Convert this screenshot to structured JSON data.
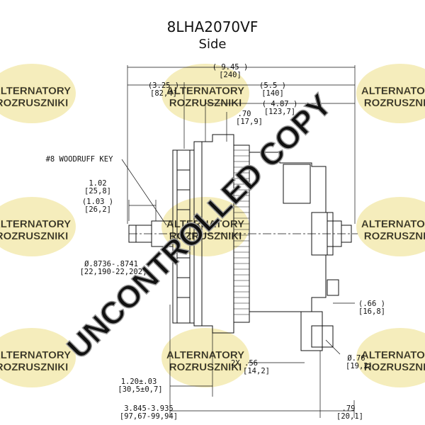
{
  "header": {
    "title": "8LHA2070VF",
    "subtitle": "Side"
  },
  "watermark": {
    "text": "UNCONTROLLED COPY",
    "logo_line1": "ALTERNATORY",
    "logo_line2": "ROZRUSZNIKI",
    "color": "#c8c8c8",
    "logo_color": "#f3e7a6"
  },
  "dimensions": {
    "d945": "( 9.45 )",
    "d945_mm": "[240]",
    "d325": "(3.25 )",
    "d325_mm": "[82,4]",
    "d55": "(5.5 )",
    "d55_mm": "[140]",
    "d487": "( 4.87 )",
    "d487_mm": "[123,7]",
    "d70": ".70",
    "d70_mm": "[17,9]",
    "woodruff": "#8 WOODRUFF KEY",
    "d102": "1.02",
    "d102_mm": "[25,8]",
    "d103": "(1.03 )",
    "d103_mm": "[26,2]",
    "dshaft": "Ø.8736-.8741",
    "dshaft_mm": "[22,190-22,202]",
    "d66": "(.66 )",
    "d66_mm": "[16,8]",
    "d76": "Ø.76",
    "d76_mm": "[19,2]",
    "d56": "2X  .56",
    "d56_mm": "[14,2]",
    "d120": "1.20±.03",
    "d120_mm": "[30,5±0,7]",
    "d3845": "3.845-3.935",
    "d3845_mm": "[97,67-99,94]",
    "d79": ".79",
    "d79_mm": "[20,1]"
  }
}
